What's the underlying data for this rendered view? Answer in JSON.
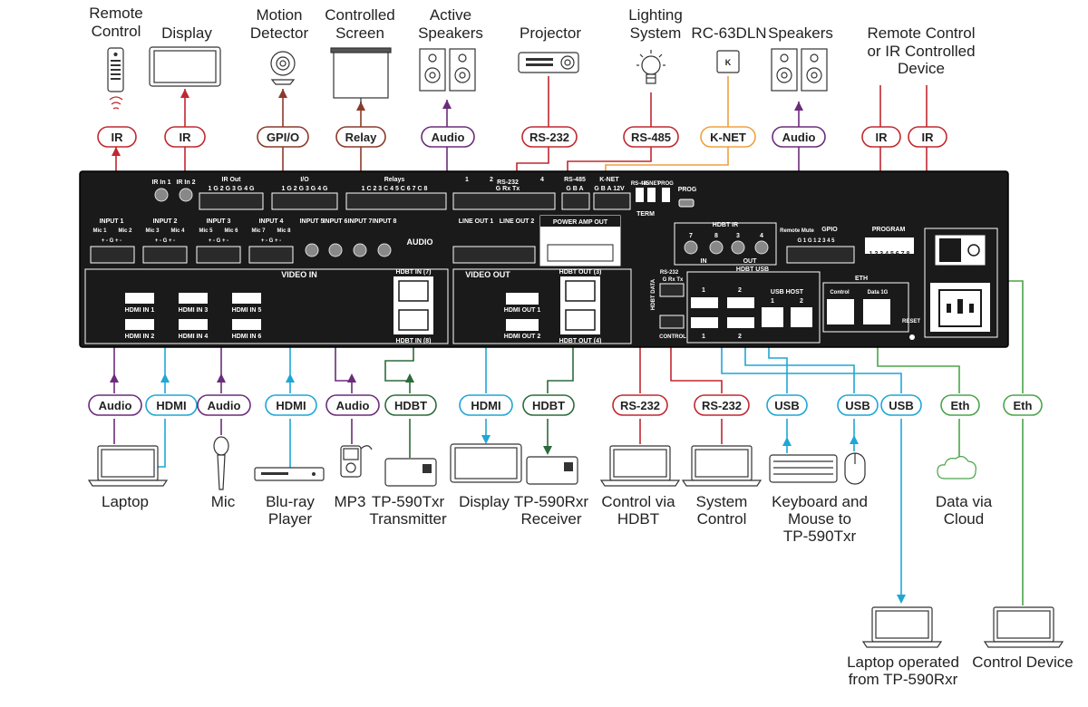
{
  "colors": {
    "ir": "#c0282f",
    "gpio": "#8b3a2a",
    "audio": "#6b2c7a",
    "hdmi": "#1ea6d6",
    "hdbt": "#2d6a3a",
    "rs232": "#c0282f",
    "knet": "#f0a040",
    "usb": "#1ea6d6",
    "eth": "#4aa54a",
    "panel": "#1a1a1a"
  },
  "top_devices": {
    "remote_control": [
      "Remote",
      "Control"
    ],
    "display": "Display",
    "motion_detector": [
      "Motion",
      "Detector"
    ],
    "controlled_screen": [
      "Controlled",
      "Screen"
    ],
    "active_speakers": [
      "Active",
      "Speakers"
    ],
    "projector": "Projector",
    "lighting_system": [
      "Lighting",
      "System"
    ],
    "rc63dln": "RC-63DLN",
    "speakers": "Speakers",
    "remote_ir_device": [
      "Remote Control",
      "or IR Controlled",
      "Device"
    ]
  },
  "top_pills": {
    "ir1": "IR",
    "ir2": "IR",
    "gpio": "GPI/O",
    "relay": "Relay",
    "audio1": "Audio",
    "rs232": "RS-232",
    "rs485": "RS-485",
    "knet": "K-NET",
    "audio2": "Audio",
    "ir3": "IR",
    "ir4": "IR"
  },
  "bottom_pills": {
    "audio_laptop": "Audio",
    "hdmi_laptop": "HDMI",
    "audio_mic": "Audio",
    "hdmi_bluray": "HDMI",
    "audio_mp3": "Audio",
    "hdbt_tx": "HDBT",
    "hdmi_display": "HDMI",
    "hdbt_rx": "HDBT",
    "rs232_hdbt": "RS-232",
    "rs232_sys": "RS-232",
    "usb1": "USB",
    "usb2": "USB",
    "usb3": "USB",
    "eth_cloud": "Eth",
    "eth_ctrl": "Eth"
  },
  "bottom_devices": {
    "laptop": "Laptop",
    "mic": "Mic",
    "bluray": [
      "Blu-ray",
      "Player"
    ],
    "mp3": "MP3",
    "tp590txr": [
      "TP-590Txr",
      "Transmitter"
    ],
    "display": "Display",
    "tp590rxr": [
      "TP-590Rxr",
      "Receiver"
    ],
    "control_hdbt": [
      "Control via",
      "HDBT"
    ],
    "system_control": [
      "System",
      "Control"
    ],
    "kbd_mouse": [
      "Keyboard and",
      "Mouse to",
      "TP-590Txr"
    ],
    "data_cloud": [
      "Data via",
      "Cloud"
    ],
    "laptop_rxr": [
      "Laptop operated",
      "from TP-590Rxr"
    ],
    "control_device": "Control Device"
  },
  "panel": {
    "ir_in1": "IR In 1",
    "ir_in2": "IR In 2",
    "ir_out": "IR Out",
    "ir_out_pins": "1 G 2 G  3 G 4 G",
    "io": "I/O",
    "io_pins": "1 G 2 G  3 G 4 G",
    "relays": "Relays",
    "relay_pins": "1 C 2  3 C 4  5 C 6  7 C 8",
    "rs232_group": "RS-232",
    "rs232_ports": [
      "1",
      "2",
      "4"
    ],
    "rs232_pins": "G Rx Tx",
    "rs485": "RS-485",
    "rs485_pins": "G B A",
    "knet": "K-NET",
    "knet_pins": "G B A 12V",
    "rs485_term": "RS-485",
    "knet_term": "K-NET",
    "term": "TERM",
    "prog_sw": "PROG",
    "prog_usb": "PROG",
    "inputs": [
      "INPUT 1",
      "INPUT 2",
      "INPUT 3",
      "INPUT 4"
    ],
    "mic_labels": [
      "Mic 1",
      "Mic 2",
      "Mic 3",
      "Mic 4",
      "Mic 5",
      "Mic 6",
      "Mic 7",
      "Mic 8"
    ],
    "lr_pins": "+ - G + -",
    "rca_inputs": [
      "INPUT 5",
      "INPUT 6",
      "INPUT 7",
      "INPUT 8"
    ],
    "audio_label": "AUDIO",
    "line_outs": [
      "LINE OUT 1",
      "LINE OUT 2"
    ],
    "power_amp_out": "POWER AMP OUT",
    "hdbt_ir": "HDBT IR",
    "hdbt_ir_nums": [
      "7",
      "8",
      "3",
      "4"
    ],
    "hdbt_ir_in": "IN",
    "hdbt_ir_out": "OUT",
    "remote_mute": "Remote Mute",
    "gpio": "GPIO",
    "gpio_pins": "G 1 G 1 2 3 4 5",
    "program": "PROGRAM",
    "program_nums": "1 2 3 4 5 6 7 8",
    "video_in": "VIDEO IN",
    "hdmi_in": [
      "HDMI IN 1",
      "HDMI IN 2",
      "HDMI IN 3",
      "HDMI IN 4",
      "HDMI IN 5",
      "HDMI IN 6"
    ],
    "hdbt_in_7": "HDBT IN (7)",
    "hdbt_in_8": "HDBT IN (8)",
    "video_out": "VIDEO OUT",
    "hdmi_out": [
      "HDMI OUT 1",
      "HDMI OUT 2"
    ],
    "hdbt_out_3": "HDBT OUT (3)",
    "hdbt_out_4": "HDBT OUT (4)",
    "hdbt_data": "HDBT DATA",
    "control": "CONTROL",
    "rs232_small": "RS-232",
    "rs232_small_pins": "G Rx Tx",
    "hdbt_usb": "HDBT USB",
    "usb_nums": [
      "1",
      "2",
      "1",
      "2"
    ],
    "usb_host": "USB HOST",
    "usb_host_nums": [
      "1",
      "2"
    ],
    "eth": "ETH",
    "eth_control": "Control",
    "eth_data": "Data 1G",
    "reset": "RESET"
  }
}
